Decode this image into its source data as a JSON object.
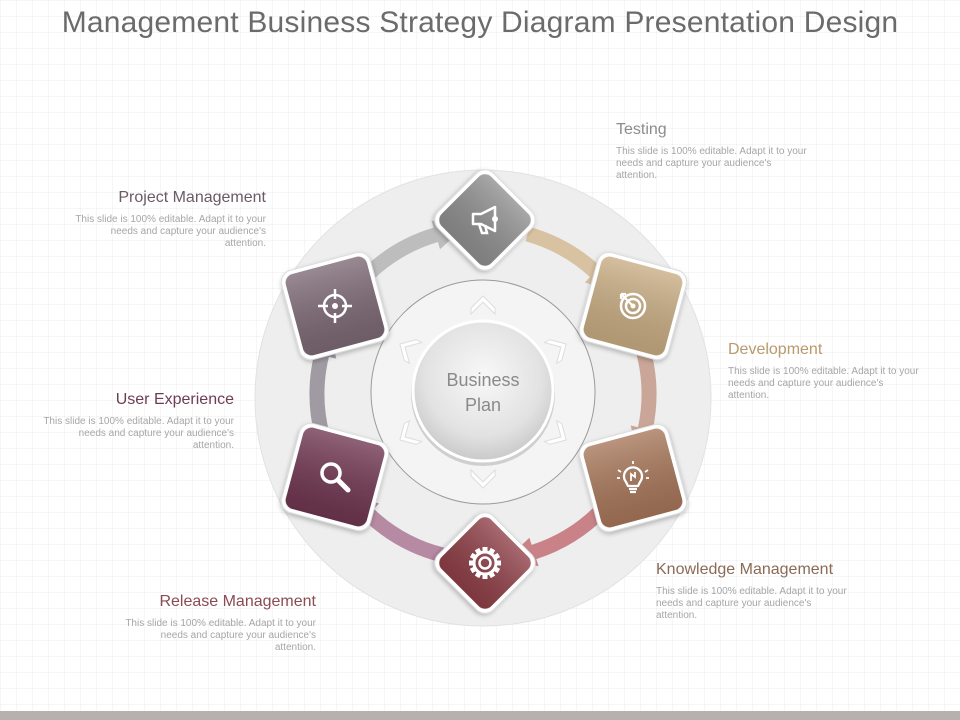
{
  "title": "Management Business Strategy Diagram Presentation Design",
  "center": {
    "line1": "Business",
    "line2": "Plan"
  },
  "steps": [
    {
      "title": "Testing",
      "description": "This slide is 100% editable. Adapt it to your needs and capture your audience's attention.",
      "icon": "megaphone-icon",
      "color": "#8f8f8f",
      "title_color": "#8c8c8c"
    },
    {
      "title": "Development",
      "description": "This slide is 100% editable. Adapt it to your needs and capture your audience's attention.",
      "icon": "target-icon",
      "color": "#c8ac82",
      "title_color": "#b89a6c"
    },
    {
      "title": "Knowledge Management",
      "description": "This slide is 100% editable. Adapt it to your needs and capture your audience's attention.",
      "icon": "lightbulb-icon",
      "color": "#a77659",
      "title_color": "#8b6a55"
    },
    {
      "title": "Release Management",
      "description": "This slide is 100% editable. Adapt it to your needs and capture your audience's attention.",
      "icon": "gear-icon",
      "color": "#8e3f47",
      "title_color": "#8a4b53"
    },
    {
      "title": "User Experience",
      "description": "This slide is 100% editable. Adapt it to your needs and capture your audience's attention.",
      "icon": "magnifier-icon",
      "color": "#6f3550",
      "title_color": "#6e3c55"
    },
    {
      "title": "Project Management",
      "description": "This slide is 100% editable. Adapt it to your needs and capture your audience's attention.",
      "icon": "crosshair-icon",
      "color": "#7c6874",
      "title_color": "#6a5a66"
    }
  ],
  "arrow_colors": [
    "#d8c2a2",
    "#c9a697",
    "#c98388",
    "#b58aa2",
    "#a09ba3",
    "#bdbdbd"
  ]
}
